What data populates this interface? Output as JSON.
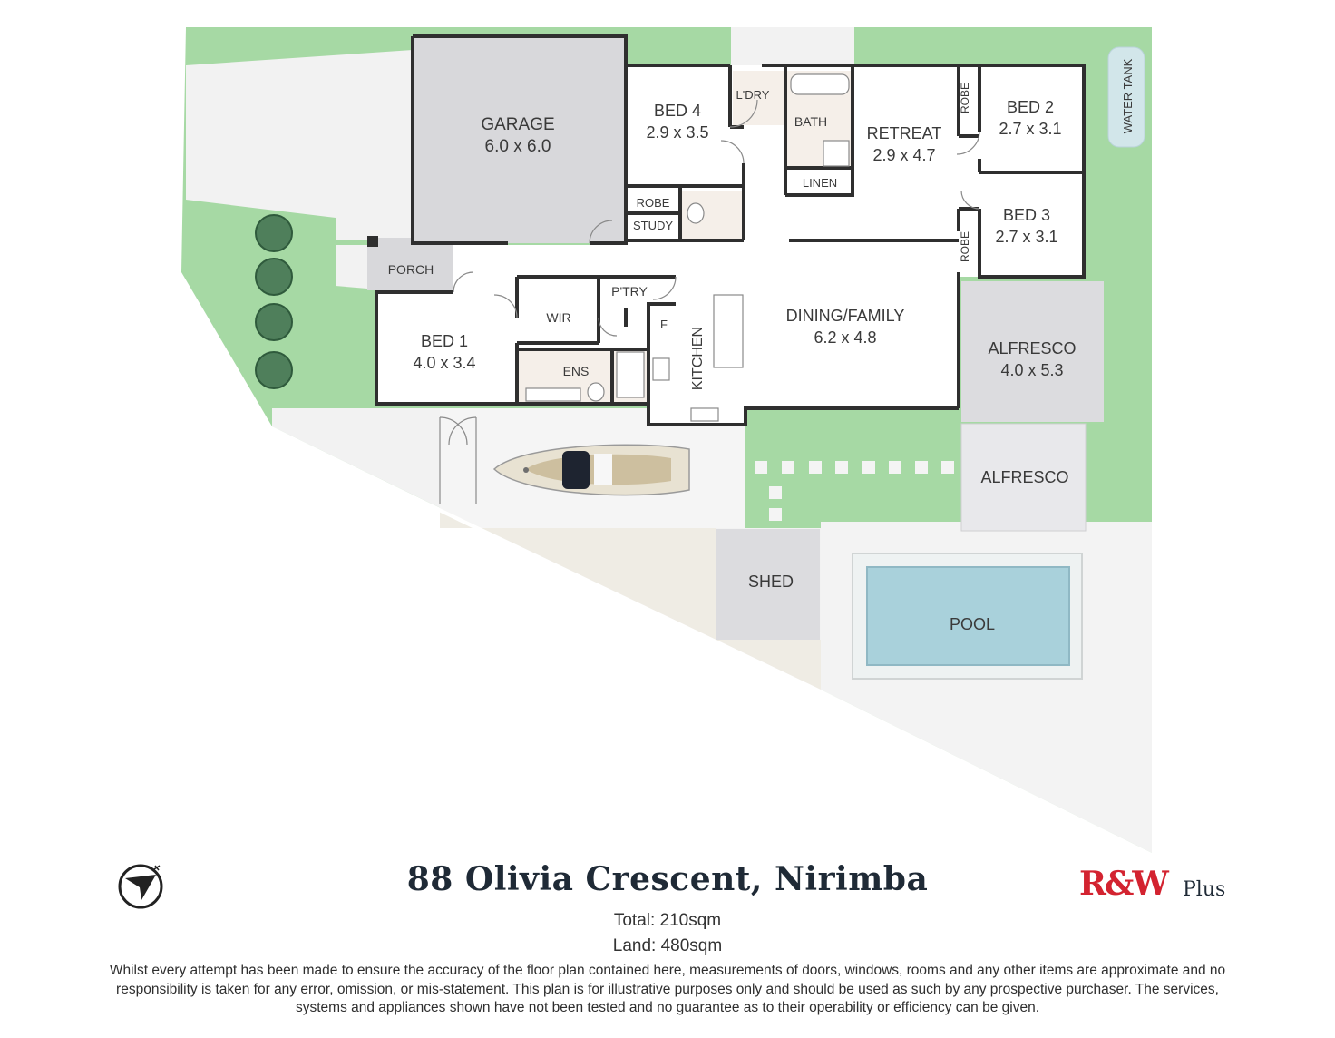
{
  "colors": {
    "lawn": "#a6d9a4",
    "paving": "#f2f2f2",
    "wall": "#2f2f2f",
    "garage": "#d8d8db",
    "outdoor_structure": "#dcdcdf",
    "pool_water": "#a9d1db",
    "tank": "#d2e6ea",
    "tiles": "#f5efe9",
    "brand_red": "#d32330",
    "title_navy": "#1f2a36"
  },
  "rooms": {
    "garage": {
      "name": "GARAGE",
      "size": "6.0 x 6.0"
    },
    "bed4": {
      "name": "BED 4",
      "size": "2.9 x 3.5"
    },
    "laundry": {
      "name": "L'DRY"
    },
    "bath": {
      "name": "BATH"
    },
    "retreat": {
      "name": "RETREAT",
      "size": "2.9 x 4.7"
    },
    "bed2": {
      "name": "BED 2",
      "size": "2.7 x 3.1"
    },
    "bed3": {
      "name": "BED 3",
      "size": "2.7 x 3.1"
    },
    "robe": "ROBE",
    "linen": "LINEN",
    "study": "STUDY",
    "porch": "PORCH",
    "bed1": {
      "name": "BED 1",
      "size": "4.0 x 3.4"
    },
    "wir": "WIR",
    "ensuite": "ENS",
    "pantry": "P'TRY",
    "fridge": "F",
    "kitchen": "KITCHEN",
    "dining_family": {
      "name": "DINING/FAMILY",
      "size": "6.2 x 4.8"
    },
    "alfresco_main": {
      "name": "ALFRESCO",
      "size": "4.0 x 5.3"
    },
    "alfresco_outdoor": "ALFRESCO",
    "shed": "SHED",
    "pool": "POOL",
    "water_tank": "WATER TANK"
  },
  "footer": {
    "address": "88 Olivia Crescent, Nirimba",
    "total": "Total: 210sqm",
    "land": "Land: 480sqm",
    "disclaimer": "Whilst every attempt has been made to ensure the accuracy of the floor plan contained here, measurements of doors, windows, rooms and any other items are approximate and no responsibility is taken for any error, omission, or mis-statement. This plan is for illustrative purposes only and should be used as such by any prospective purchaser. The services, systems and appliances shown have not been tested and no guarantee as to their operability or efficiency can be given."
  },
  "branding": {
    "logo_text": "R&W",
    "logo_sub": "Plus",
    "compass_icon": "north-arrow-icon"
  }
}
